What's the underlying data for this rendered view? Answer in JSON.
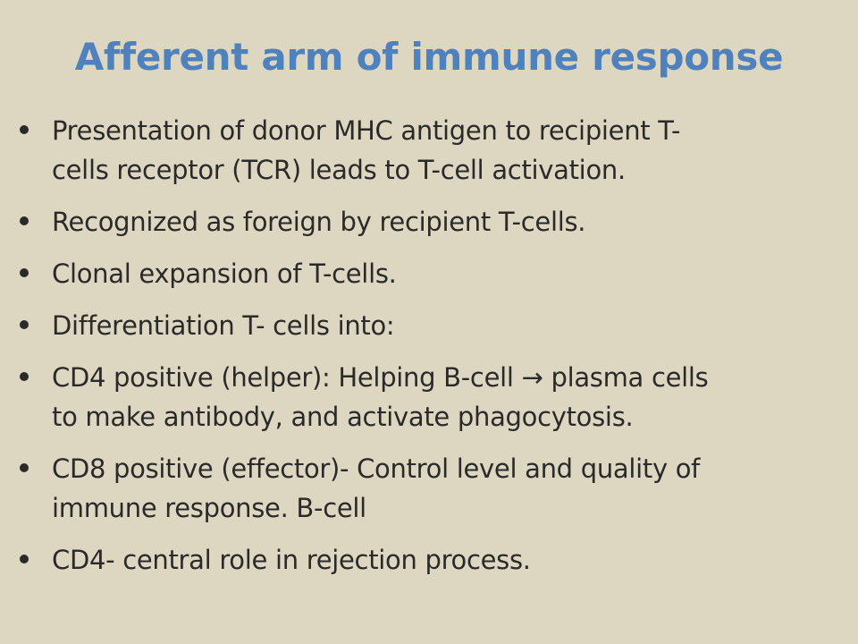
{
  "slide": {
    "title": "Afferent arm of immune response",
    "bullets": [
      "Presentation of donor MHC antigen to recipient T-\ncells receptor (TCR)  leads to T-cell activation.",
      "Recognized as foreign by recipient T-cells.",
      "Clonal expansion of T-cells.",
      "Differentiation T- cells into:",
      "CD4 positive (helper): Helping B-cell → plasma cells\nto make antibody, and activate phagocytosis.",
      "CD8 positive (effector)- Control level and quality of\nimmune response. B-cell",
      "CD4- central role in rejection process."
    ]
  },
  "colors": {
    "background": "#ddd7c2",
    "title": "#4f81bd",
    "body_text": "#2a2a2a"
  }
}
